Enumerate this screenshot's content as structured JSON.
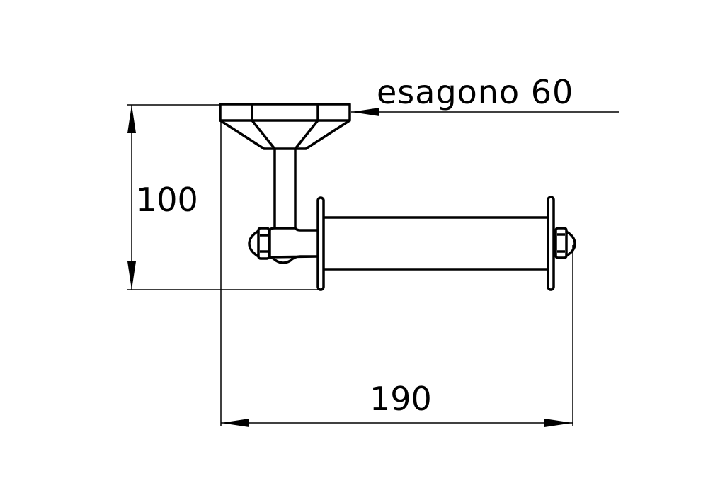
{
  "drawing": {
    "leader_label": "esagono 60",
    "height_dimension": "100",
    "width_dimension": "190"
  }
}
